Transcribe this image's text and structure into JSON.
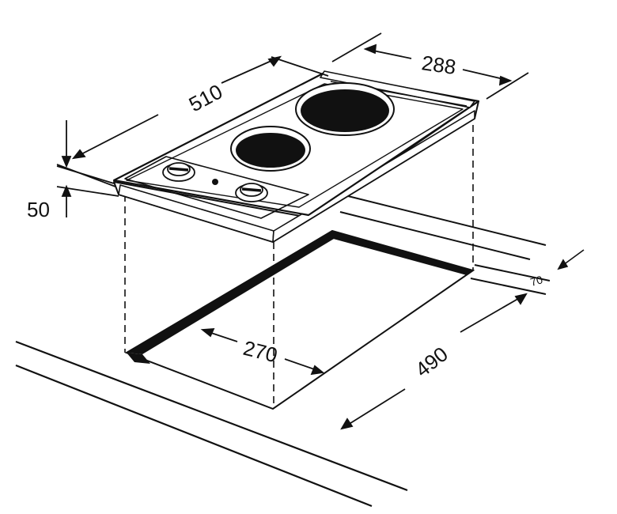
{
  "dimensions": {
    "width": "510",
    "depth": "288",
    "height": "50",
    "cutout_depth": "270",
    "cutout_width": "490",
    "offset": "70"
  },
  "colors": {
    "line": "#111111",
    "background": "#ffffff"
  }
}
